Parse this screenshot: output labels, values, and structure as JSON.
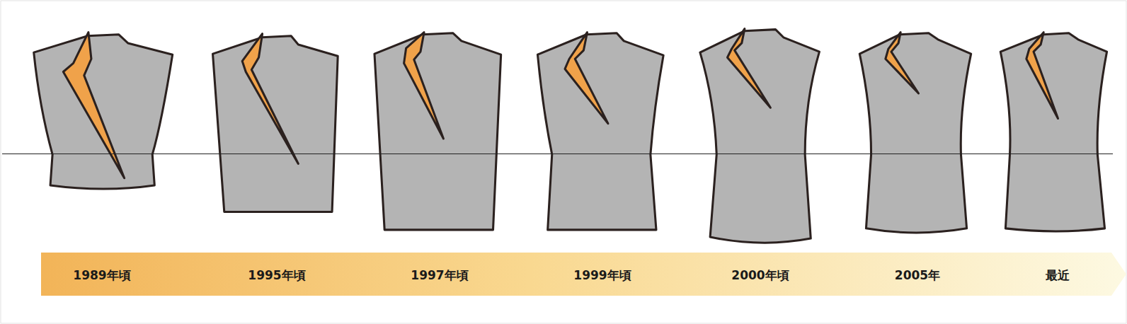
{
  "diagram": {
    "nodes": [
      {
        "text": [
          "1989年頃",
          "1995年頃",
          "1997年頃",
          "1999年頃",
          "2000年頃",
          "2005年",
          "最近"
        ]
      }
    ]
  }
}
